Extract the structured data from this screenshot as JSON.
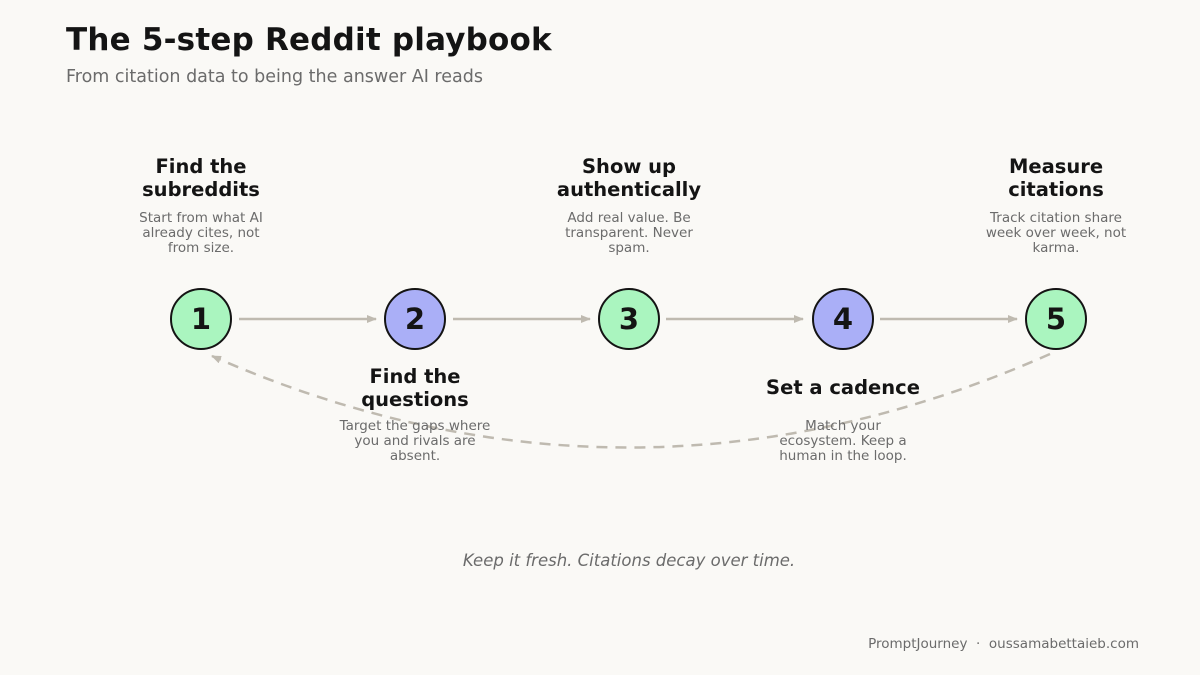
{
  "title": "The 5-step Reddit playbook",
  "subtitle": "From citation data to being the answer AI reads",
  "colors": {
    "green_fill": "#aaf5bf",
    "purple_fill": "#aaaff7",
    "arrow": "#bfbab0",
    "node_stroke": "#141414"
  },
  "steps": [
    {
      "number": "1",
      "title": "Find the subreddits",
      "description": "Start from what AI already cites, not from size."
    },
    {
      "number": "2",
      "title": "Find the questions",
      "description": "Target the gaps where you and rivals are absent."
    },
    {
      "number": "3",
      "title": "Show up authentically",
      "description": "Add real value. Be transparent. Never spam."
    },
    {
      "number": "4",
      "title": "Set a cadence",
      "description": "Match your ecosystem. Keep a human in the loop."
    },
    {
      "number": "5",
      "title": "Measure citations",
      "description": "Track citation share week over week, not karma."
    }
  ],
  "tagline": "Keep it fresh. Citations decay over time.",
  "footer": "PromptJourney  ·  oussamabettaieb.com"
}
